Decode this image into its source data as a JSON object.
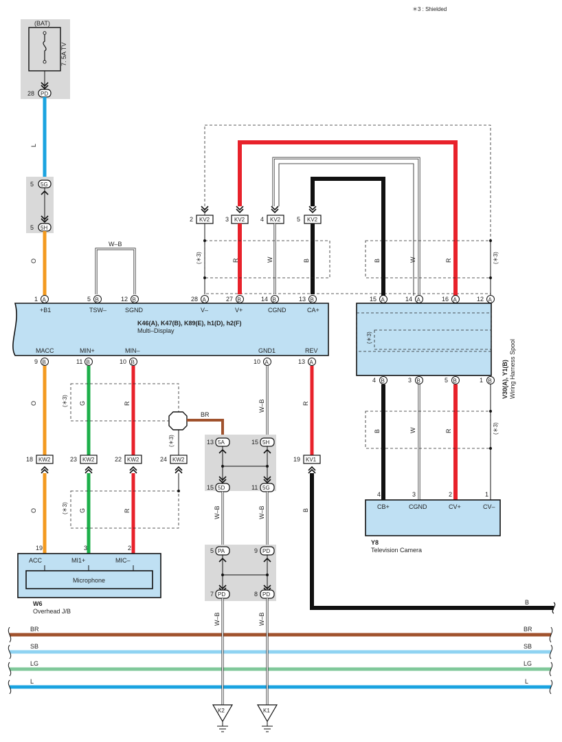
{
  "legend": {
    "shield_note": "＊3 : Shielded"
  },
  "battery": {
    "label": "(BAT)",
    "fuse": "7. 5A TV"
  },
  "pins": {
    "bat28": "28",
    "pd": "PD",
    "j5_5": "5",
    "g5": "5G",
    "h5": "5H",
    "p1": "1",
    "p5": "5",
    "p12": "12",
    "p28": "28",
    "p27": "27",
    "p14": "14",
    "p13": "13",
    "p9": "9",
    "p11": "11",
    "p10": "10",
    "p15": "15",
    "p16": "16",
    "p4": "4",
    "p3": "3",
    "p2": "2",
    "p18": "18",
    "p23": "23",
    "p22": "22",
    "p24": "24",
    "p19": "19",
    "p7": "7",
    "p8": "8",
    "A": "A",
    "B": "B",
    "pa": "PA",
    "sa": "5A",
    "sd": "5D"
  },
  "wires": {
    "L": "L",
    "O": "O",
    "R": "R",
    "W": "W",
    "B": "B",
    "G": "G",
    "BR": "BR",
    "WB": "W–B",
    "SB": "SB",
    "LG": "LG"
  },
  "shield": "(＊3)",
  "connectors": {
    "kv2": "KV2",
    "kw2": "KW2",
    "kv1": "KV1",
    "k2": "K2",
    "k1": "K1"
  },
  "multi_display": {
    "id": "K46(A), K47(B), K89(E), h1(D), h2(F)",
    "name": "Multi–Display",
    "top_pins": {
      "b1": "+B1",
      "tsw": "TSW–",
      "sgnd": "SGND",
      "vminus": "V–",
      "vplus": "V+",
      "cgnd": "CGND",
      "caplus": "CA+"
    },
    "bottom_pins": {
      "macc": "MACC",
      "minplus": "MIN+",
      "minminus": "MIN–",
      "gnd1": "GND1",
      "rev": "REV"
    }
  },
  "spool": {
    "id": "V30(A), Y1(B)",
    "name": "Wiring Harness Spool"
  },
  "microphone": {
    "id": "W6",
    "name": "Overhead J/B",
    "inner": "Microphone",
    "acc": "ACC",
    "mi1": "MI1+",
    "mic": "MIC–"
  },
  "camera": {
    "id": "Y8",
    "name": "Television Camera",
    "cb": "CB+",
    "cgnd": "CGND",
    "cvp": "CV+",
    "cvm": "CV–"
  }
}
